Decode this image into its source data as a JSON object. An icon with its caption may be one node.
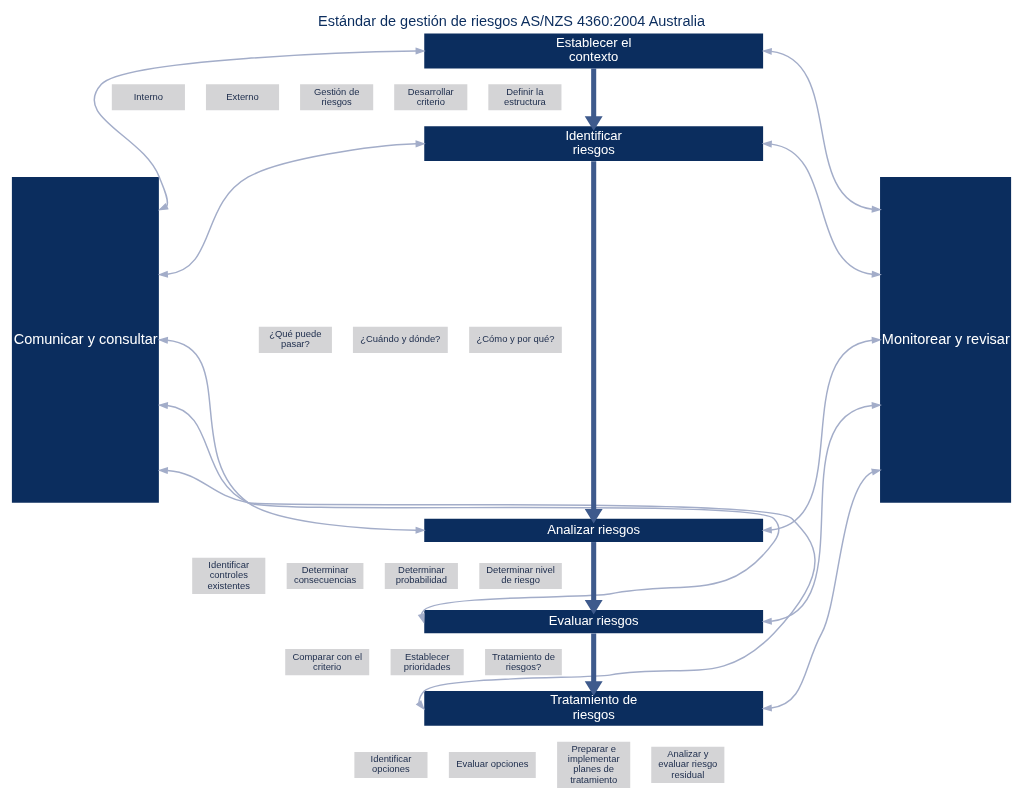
{
  "diagram": {
    "title": "Estándar de gestión de riesgos AS/NZS 4360:2004 Australia",
    "nodes": [
      {
        "text": [
          "Comunicar y consultar"
        ]
      },
      {
        "text": [
          "Establecer el contexto"
        ]
      },
      {
        "text": [
          "Interno"
        ]
      },
      {
        "text": [
          "Externo"
        ]
      },
      {
        "text": [
          "Gestión de riesgos"
        ]
      },
      {
        "text": [
          "Desarrollar criterio"
        ]
      },
      {
        "text": [
          "Definir la estructura"
        ]
      },
      {
        "text": [
          "Identificar riesgos"
        ]
      },
      {
        "text": [
          "¿Qué puede pasar?"
        ]
      },
      {
        "text": [
          "¿Cuándo y dónde?"
        ]
      },
      {
        "text": [
          "¿Cómo y por qué?"
        ]
      },
      {
        "text": [
          "Analizar riesgos"
        ]
      },
      {
        "text": [
          "Identificar controles existentes"
        ]
      },
      {
        "text": [
          "Determinar consecuencias"
        ]
      },
      {
        "text": [
          "Determinar probabilidad"
        ]
      },
      {
        "text": [
          "Determinar nivel de riesgo"
        ]
      },
      {
        "text": [
          "Evaluar riesgos"
        ]
      },
      {
        "text": [
          "Comparar con el criterio"
        ]
      },
      {
        "text": [
          "Establecer prioridades"
        ]
      },
      {
        "text": [
          "Tratamiento de riesgos?"
        ]
      },
      {
        "text": [
          "Tratamiento de riesgos"
        ]
      },
      {
        "text": [
          "Identificar opciones"
        ]
      },
      {
        "text": [
          "Evaluar opciones"
        ]
      },
      {
        "text": [
          "Preparar e implementar planes de tratamiento"
        ]
      },
      {
        "text": [
          "Analizar y evaluar riesgo residual"
        ]
      },
      {
        "text": [
          "Monitorear y revisar"
        ]
      }
    ],
    "edges": [
      {
        "from": 0,
        "to": 1,
        "arrow": "both"
      },
      {
        "from": 1,
        "to": 25,
        "arrow": "both"
      },
      {
        "from": 1,
        "to": 7,
        "arrow": "to",
        "style": "thick",
        "color": "#3e5a8c"
      },
      {
        "from": 0,
        "to": 7,
        "arrow": "both"
      },
      {
        "from": 7,
        "to": 25,
        "arrow": "both"
      },
      {
        "from": 7,
        "to": 11,
        "arrow": "to",
        "style": "thick",
        "color": "#3e5a8c"
      },
      {
        "from": 0,
        "to": 11,
        "arrow": "both"
      },
      {
        "from": 11,
        "to": 25,
        "arrow": "both"
      },
      {
        "from": 11,
        "to": 16,
        "arrow": "to",
        "style": "thick",
        "color": "#3e5a8c"
      },
      {
        "from": 0,
        "to": 16,
        "arrow": "both"
      },
      {
        "from": 16,
        "to": 25,
        "arrow": "both"
      },
      {
        "from": 16,
        "to": 20,
        "arrow": "to",
        "style": "thick",
        "color": "#3e5a8c"
      },
      {
        "from": 0,
        "to": 20,
        "arrow": "both"
      },
      {
        "from": 20,
        "to": 25,
        "arrow": "both"
      }
    ]
  }
}
